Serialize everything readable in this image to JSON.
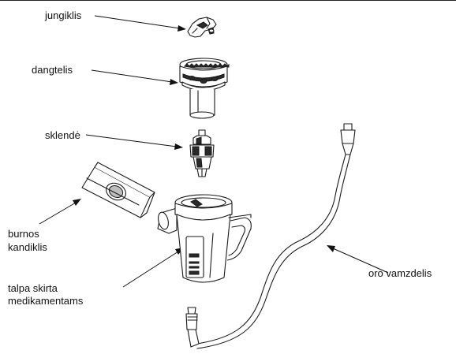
{
  "labels": {
    "switch": "jungiklis",
    "cap": "dangtelis",
    "valve": "sklendė",
    "mouthpiece_line1": "burnos",
    "mouthpiece_line2": "kandiklis",
    "container_line1": "talpa skirta",
    "container_line2": "medikamentams",
    "air_tube": "oro vamzdelis"
  },
  "colors": {
    "line": "#1a1a1a",
    "background": "#ffffff"
  }
}
